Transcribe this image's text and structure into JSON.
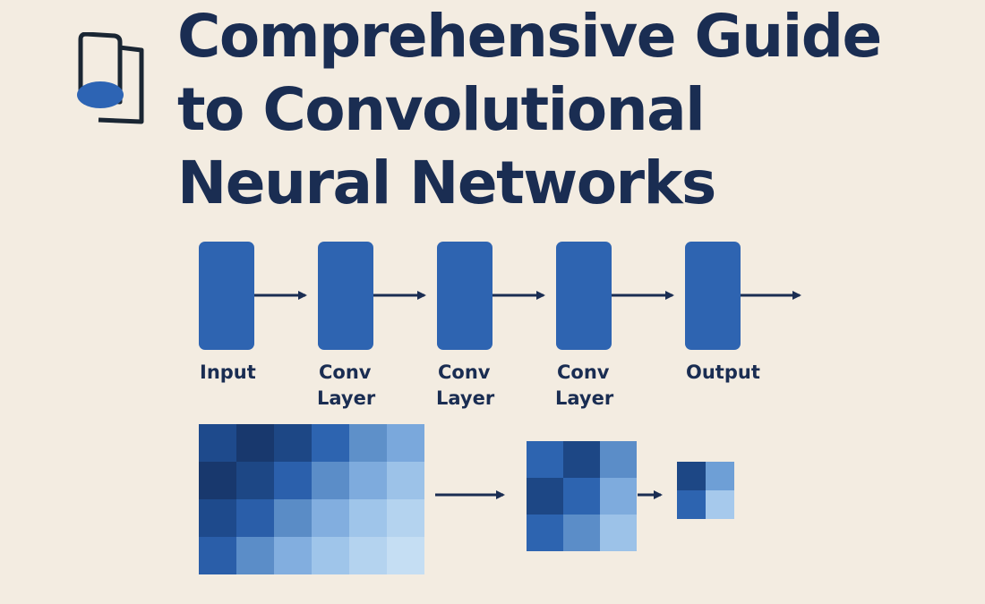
{
  "title": {
    "line1": "Comprehensive Guide",
    "line2": "to Convolutional",
    "line3": "Neural Networks"
  },
  "logo": {
    "icon": "documents-icon",
    "accent_color": "#2d64b4"
  },
  "pipeline": {
    "layers": [
      {
        "line1": "Input",
        "line2": ""
      },
      {
        "line1": "Conv",
        "line2": "Layer"
      },
      {
        "line1": "Conv",
        "line2": "Layer"
      },
      {
        "line1": "Conv",
        "line2": "Layer"
      },
      {
        "line1": "Output",
        "line2": ""
      }
    ],
    "block_color": "#2e64b1",
    "arrow_color": "#1a2d52"
  },
  "feature_maps": [
    {
      "rows": 4,
      "cols": 6,
      "colors": [
        [
          "#1e4a8c",
          "#18386d",
          "#1d4785",
          "#2d64b0",
          "#5e90c9",
          "#7aa8dc"
        ],
        [
          "#18386d",
          "#1d4785",
          "#2b60ac",
          "#5b8dc8",
          "#7eabdd",
          "#9cc2e8"
        ],
        [
          "#1e4a8c",
          "#2a5ea9",
          "#5a8cc6",
          "#82aedf",
          "#9fc5ea",
          "#b4d3ef"
        ],
        [
          "#2a5ea9",
          "#5b8dc8",
          "#82aedf",
          "#9fc5ea",
          "#b4d3ef",
          "#c5def3"
        ]
      ]
    },
    {
      "rows": 3,
      "cols": 3,
      "colors": [
        [
          "#2d64b0",
          "#1d4785",
          "#5b8dc8"
        ],
        [
          "#1d4785",
          "#2d64b0",
          "#7eabdd"
        ],
        [
          "#2d64b0",
          "#5b8dc8",
          "#9cc2e8"
        ]
      ]
    },
    {
      "rows": 2,
      "cols": 2,
      "colors": [
        [
          "#1d4785",
          "#6e9fd6"
        ],
        [
          "#2d64b0",
          "#a6c9ec"
        ]
      ]
    }
  ]
}
